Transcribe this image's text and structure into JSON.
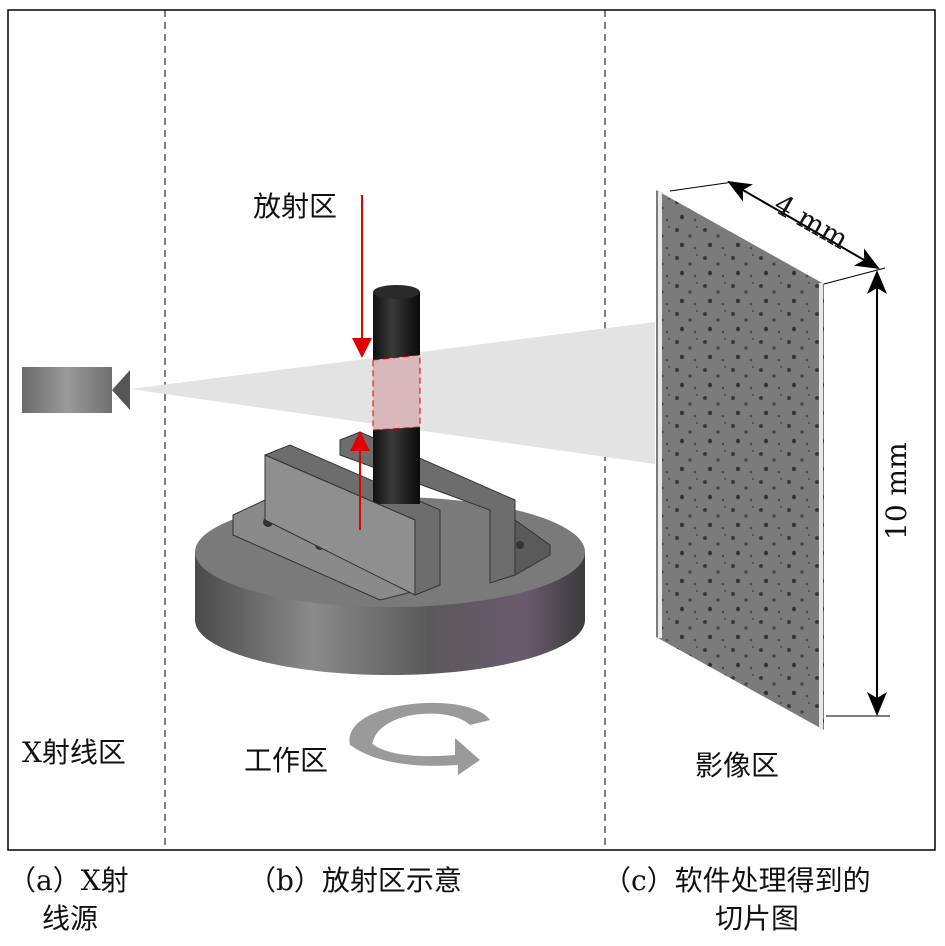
{
  "zones": {
    "xray": "X射线区",
    "work": "工作区",
    "imaging": "影像区"
  },
  "annotations": {
    "radiation_zone": "放射区",
    "width_dim": "4 mm",
    "height_dim": "10 mm"
  },
  "captions": {
    "a_line1": "（a）X射",
    "a_line2": "线源",
    "b_line1": "（b）放射区示意",
    "c_line1": "（c）软件处理得到的",
    "c_line2": "切片图"
  },
  "colors": {
    "arrow_red": "#e00000",
    "beam": "#e3e3e3",
    "highlight": "#d9b8bc"
  }
}
